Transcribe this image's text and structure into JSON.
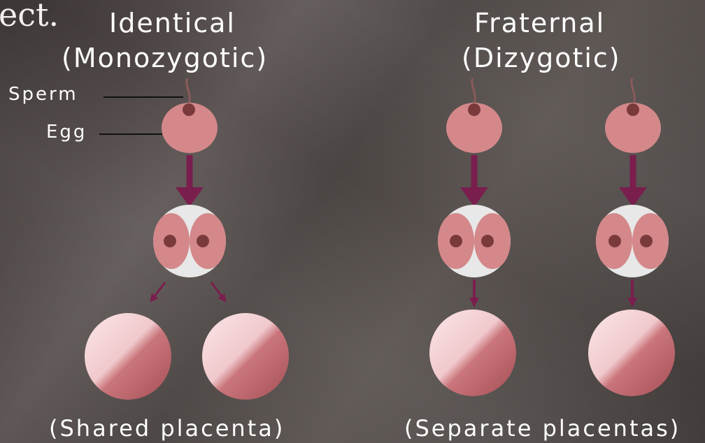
{
  "slide_fragment": "ect.",
  "identical": {
    "title_line1": "Identical",
    "title_line2": "(Monozygotic)",
    "caption": "(Shared placenta)"
  },
  "fraternal": {
    "title_line1": "Fraternal",
    "title_line2": "(Dizygotic)",
    "caption": "(Separate placentas)"
  },
  "labels": {
    "sperm": "Sperm",
    "egg": "Egg"
  },
  "colors": {
    "egg": "#d4888a",
    "nucleus": "#7a3a3c",
    "arrow": "#7a1e4e",
    "zygote_bg": "#e8e8e8",
    "placenta_light": "#f7dcde",
    "placenta_dark": "#b86066"
  }
}
